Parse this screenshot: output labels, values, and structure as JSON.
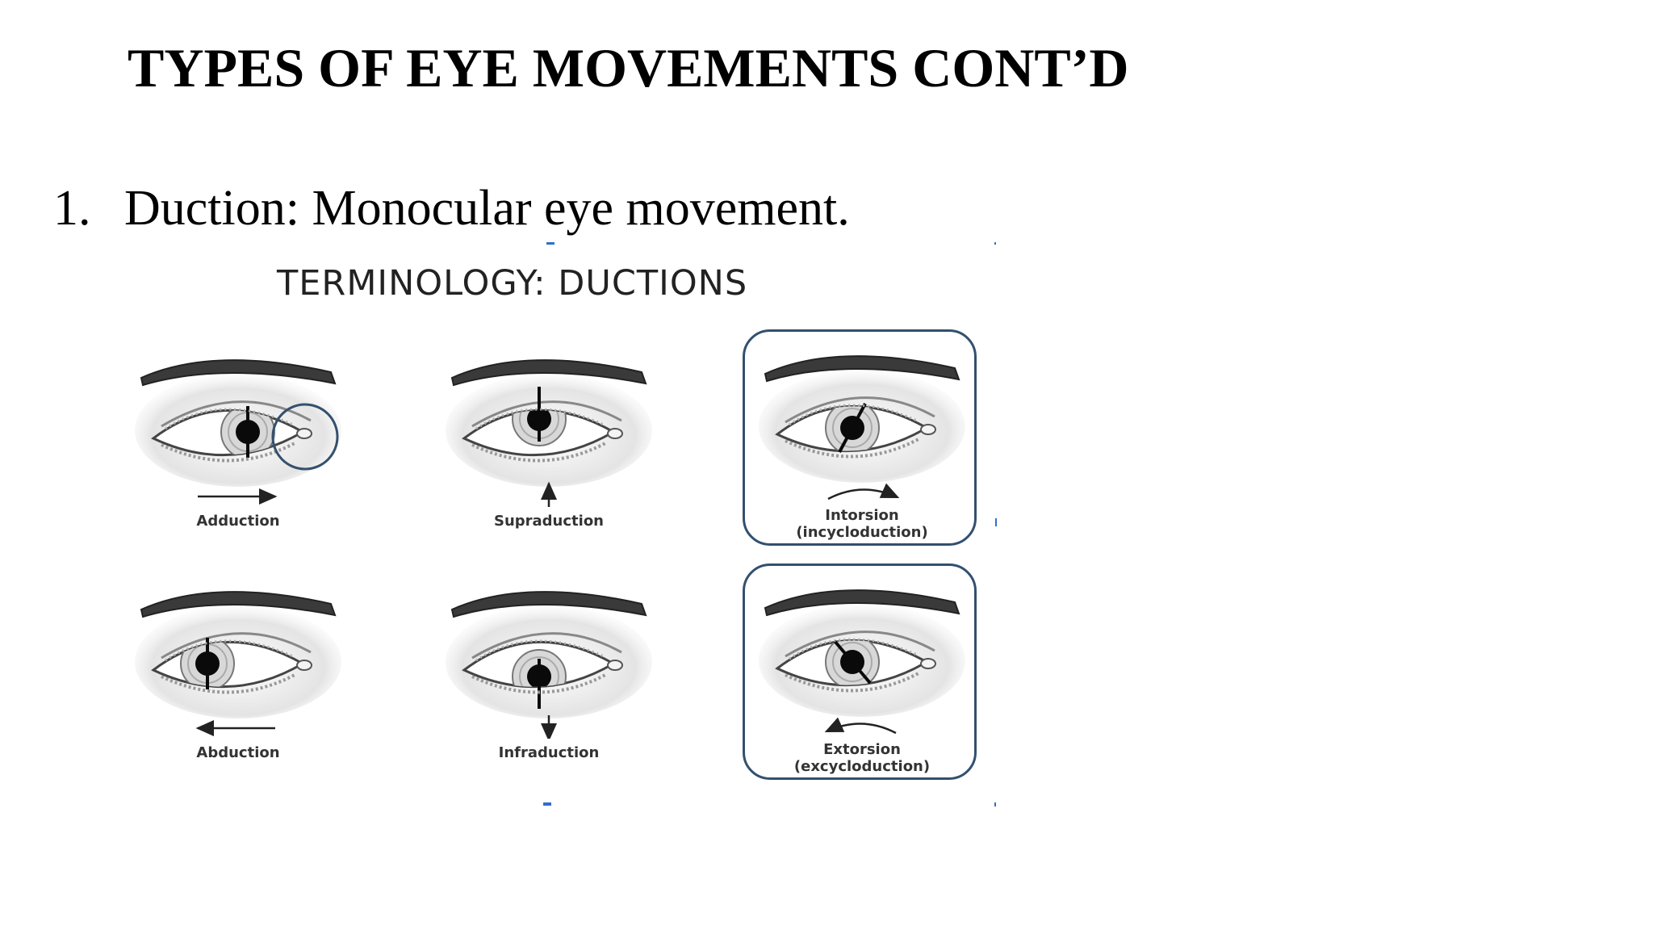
{
  "slide": {
    "title": "TYPES OF EYE MOVEMENTS CONT’D",
    "bullet_number": "1.",
    "bullet_text": "Duction: Monocular eye movement."
  },
  "figure": {
    "title": "TERMINOLOGY: DUCTIONS",
    "panels": [
      {
        "label": "Adduction",
        "sublabel": "",
        "pupil": "right",
        "indicator": "arrow-right",
        "boxed": false,
        "highlight_circle": true
      },
      {
        "label": "Supraduction",
        "sublabel": "",
        "pupil": "up",
        "indicator": "arrow-up",
        "boxed": false,
        "highlight_circle": false
      },
      {
        "label": "Intorsion",
        "sublabel": "(incycloduction)",
        "pupil": "intort",
        "indicator": "arc-right",
        "boxed": true,
        "highlight_circle": false
      },
      {
        "label": "Abduction",
        "sublabel": "",
        "pupil": "left",
        "indicator": "arrow-left",
        "boxed": false,
        "highlight_circle": false
      },
      {
        "label": "Infraduction",
        "sublabel": "",
        "pupil": "down",
        "indicator": "arrow-down",
        "boxed": false,
        "highlight_circle": false
      },
      {
        "label": "Extorsion",
        "sublabel": "(excycloduction)",
        "pupil": "extort",
        "indicator": "arc-left",
        "boxed": true,
        "highlight_circle": false
      }
    ],
    "colors": {
      "box_border": "#33506e",
      "ink": "#222222",
      "accent_tick": "#2f6fcf"
    }
  }
}
